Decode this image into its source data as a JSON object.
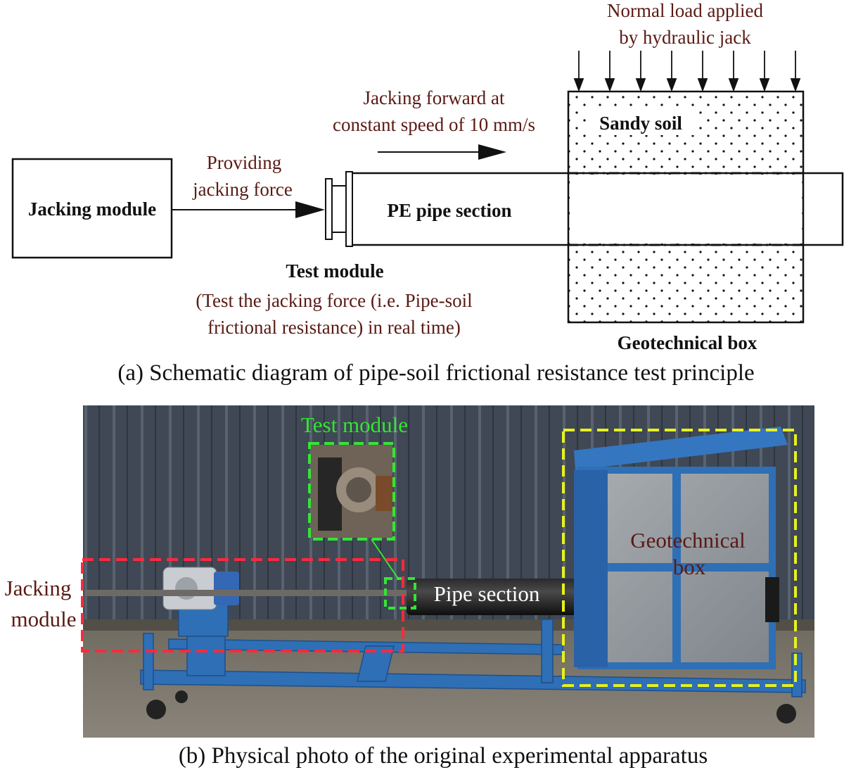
{
  "panel_a": {
    "jacking_module": "Jacking module",
    "providing_force_line1": "Providing",
    "providing_force_line2": "jacking force",
    "jacking_forward_line1": "Jacking forward at",
    "jacking_forward_line2": "constant speed of 10 mm/s",
    "normal_load_line1": "Normal load applied",
    "normal_load_line2": "by hydraulic jack",
    "sandy_soil": "Sandy soil",
    "pe_pipe_section": "PE pipe section",
    "test_module": "Test module",
    "test_desc_line1": "(Test the jacking force (i.e. Pipe-soil",
    "test_desc_line2": "frictional resistance) in real time)",
    "geotechnical_box": "Geotechnical box",
    "caption": "(a) Schematic diagram of pipe-soil frictional resistance test principle"
  },
  "panel_b": {
    "test_module": "Test module",
    "geotechnical_box_line1": "Geotechnical",
    "geotechnical_box_line2": "box",
    "jacking_module_line1": "Jacking",
    "jacking_module_line2": "module",
    "pipe_section": "Pipe section",
    "caption": "(b) Physical photo of the original experimental apparatus"
  },
  "colors": {
    "label_brown": "#5a1a14",
    "highlight_red": "#ff2a3c",
    "highlight_green": "#33e633",
    "highlight_yellow": "#e6f21e",
    "frame_blue": "#2f6fb5",
    "wall_dark": "#3b4450"
  }
}
